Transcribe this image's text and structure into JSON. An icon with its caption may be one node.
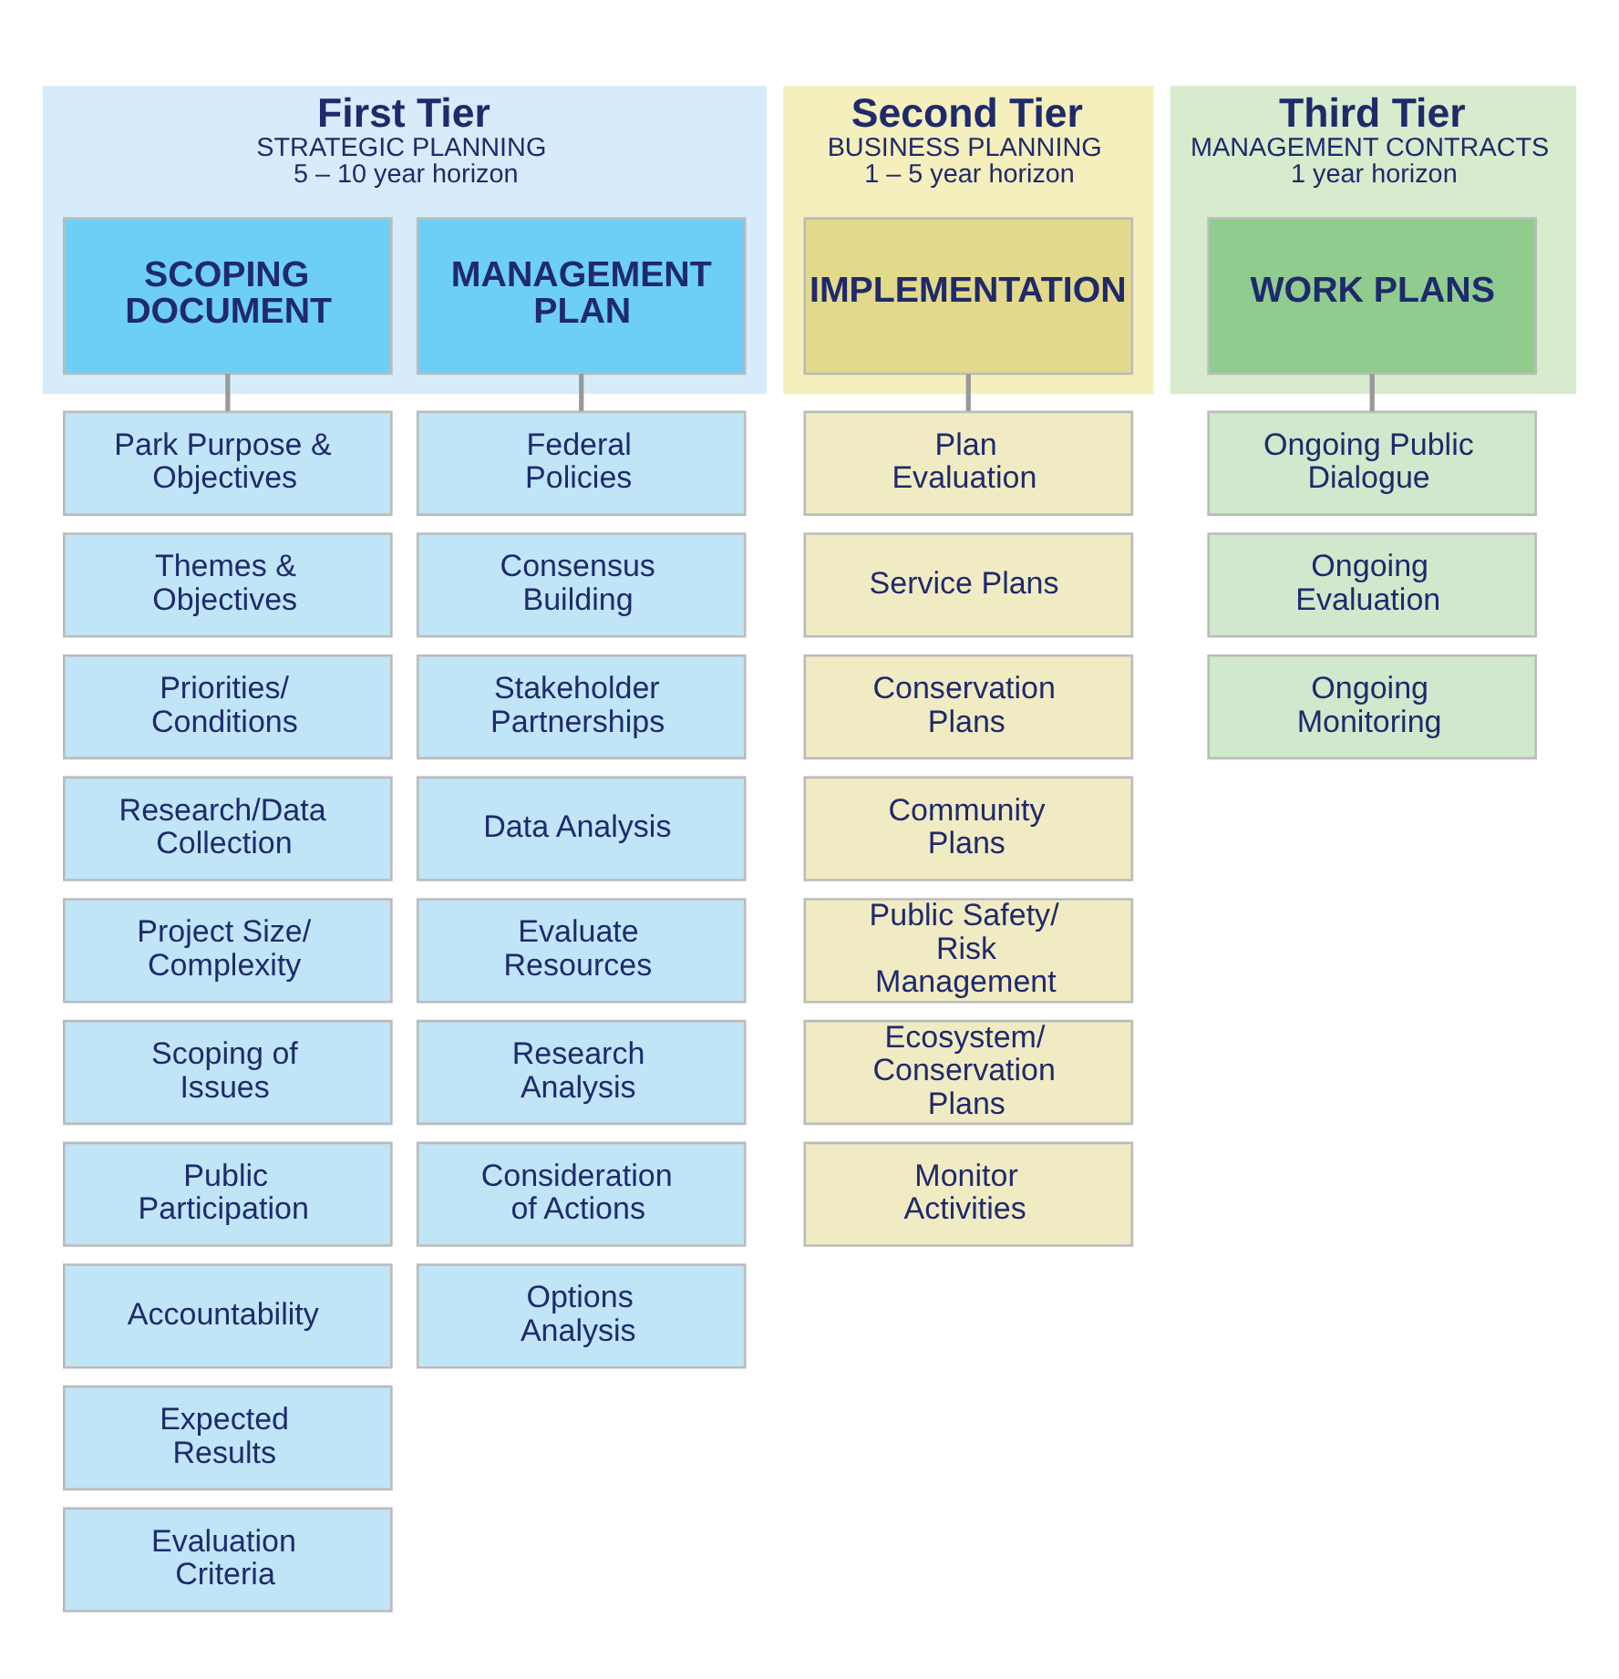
{
  "diagram": {
    "nodes": [
      {
        "text": [
          "First Tier",
          "STRATEGIC PLANNING",
          "5 – 10 year horizon"
        ]
      },
      {
        "text": [
          "SCOPING DOCUMENT"
        ],
        "in": 0
      },
      {
        "text": [
          "MANAGEMENT PLAN"
        ],
        "in": 0
      },
      {
        "text": [
          "Second Tier",
          "BUSINESS PLANNING",
          "1 – 5 year horizon"
        ]
      },
      {
        "text": [
          "IMPLEMENTATION"
        ],
        "in": 3
      },
      {
        "text": [
          "Third Tier",
          "MANAGEMENT CONTRACTS",
          "1 year horizon"
        ]
      },
      {
        "text": [
          "WORK PLANS"
        ],
        "in": 5
      },
      {
        "text": [
          "Park Purpose & Objectives"
        ]
      },
      {
        "text": [
          "Themes & Objectives"
        ]
      },
      {
        "text": [
          "Priorities/ Conditions"
        ]
      },
      {
        "text": [
          "Research/Data Collection"
        ]
      },
      {
        "text": [
          "Project Size/ Complexity"
        ]
      },
      {
        "text": [
          "Scoping of Issues"
        ]
      },
      {
        "text": [
          "Public Participation"
        ]
      },
      {
        "text": [
          "Accountability"
        ]
      },
      {
        "text": [
          "Expected Results"
        ]
      },
      {
        "text": [
          "Evaluation Criteria"
        ]
      },
      {
        "text": [
          "Federal Policies"
        ]
      },
      {
        "text": [
          "Consensus Building"
        ]
      },
      {
        "text": [
          "Stakeholder Partnerships"
        ]
      },
      {
        "text": [
          "Data Analysis"
        ]
      },
      {
        "text": [
          "Evaluate Resources"
        ]
      },
      {
        "text": [
          "Research Analysis"
        ]
      },
      {
        "text": [
          "Consideration of Actions"
        ]
      },
      {
        "text": [
          "Options Analysis"
        ]
      },
      {
        "text": [
          "Plan Evaluation"
        ]
      },
      {
        "text": [
          "Service Plans"
        ]
      },
      {
        "text": [
          "Conservation Plans"
        ]
      },
      {
        "text": [
          "Community Plans"
        ]
      },
      {
        "text": [
          "Public Safety/ Risk Management"
        ]
      },
      {
        "text": [
          "Ecosystem/ Conservation Plans"
        ]
      },
      {
        "text": [
          "Monitor Activities"
        ]
      },
      {
        "text": [
          "Ongoing Public Dialogue"
        ]
      },
      {
        "text": [
          "Ongoing Evaluation"
        ]
      },
      {
        "text": [
          "Ongoing Monitoring"
        ]
      }
    ],
    "edges": [
      {
        "from": 1,
        "to": 7,
        "arrow": "none"
      },
      {
        "from": 2,
        "to": 17,
        "arrow": "none"
      },
      {
        "from": 4,
        "to": 25,
        "arrow": "none"
      },
      {
        "from": 6,
        "to": 32,
        "arrow": "none"
      }
    ]
  }
}
